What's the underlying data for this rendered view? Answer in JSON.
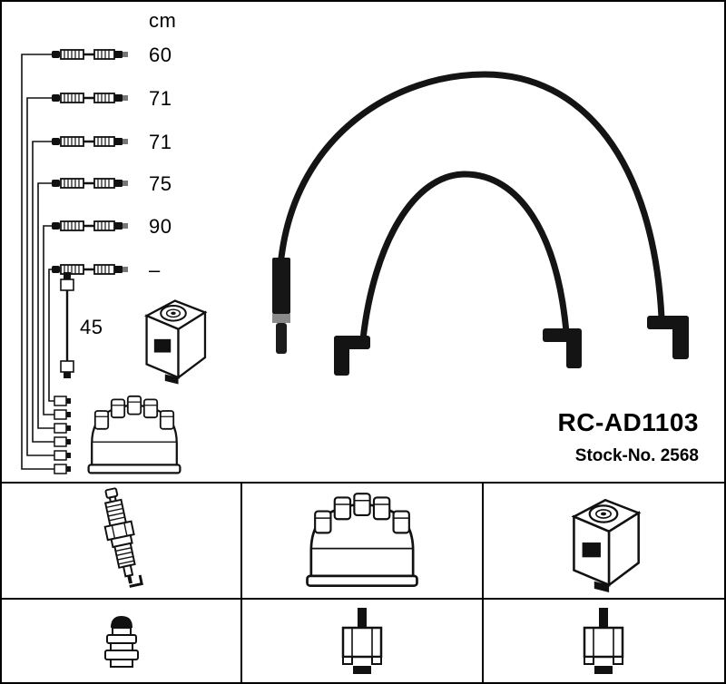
{
  "product": {
    "code": "RC-AD1103",
    "stock_label": "Stock-No. 2568"
  },
  "measurements": {
    "unit_label": "cm",
    "cable_lengths": [
      "60",
      "71",
      "71",
      "75",
      "90",
      "–"
    ],
    "coil_lead_length": "45"
  },
  "parts_grid": {
    "cells": [
      {
        "icon": "spark-plug"
      },
      {
        "icon": "distributor-cap"
      },
      {
        "icon": "ignition-coil"
      },
      {
        "icon": "terminal-connector"
      },
      {
        "icon": "plug-boot-connector"
      },
      {
        "icon": "coil-boot-connector"
      }
    ]
  },
  "colors": {
    "line": "#111111",
    "background": "#ffffff"
  }
}
